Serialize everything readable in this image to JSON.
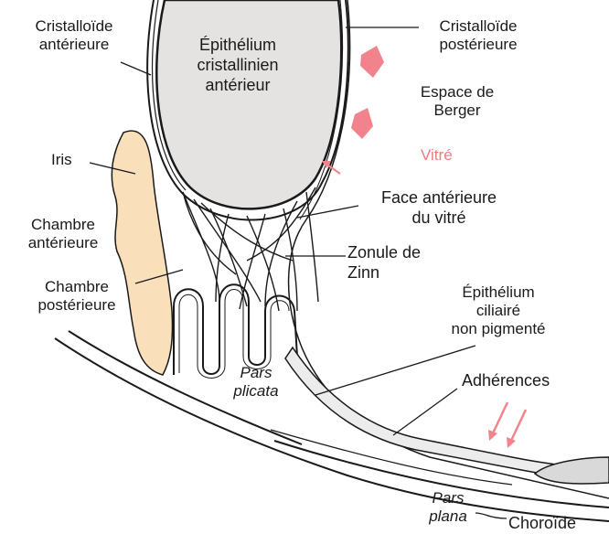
{
  "diagram": {
    "labels": {
      "cristalloide_anterieure": [
        "Cristalloïde",
        "antérieure"
      ],
      "epithelium_cristallinien": [
        "Épithélium",
        "cristallinien",
        "antérieur"
      ],
      "cristalloide_posterieure": [
        "Cristalloïde",
        "postérieure"
      ],
      "espace_de_berger": [
        "Espace de",
        "Berger"
      ],
      "vitre": "Vitré",
      "iris": "Iris",
      "chambre_anterieure": [
        "Chambre",
        "antérieure"
      ],
      "chambre_posterieure": [
        "Chambre",
        "postérieure"
      ],
      "face_anterieure_vitre": [
        "Face antérieure",
        "du vitré"
      ],
      "zonule_de_zinn": [
        "Zonule de",
        "Zinn"
      ],
      "epithelium_ciliaire": [
        "Épithélium",
        "ciliairé",
        "non pigmenté"
      ],
      "adherences": "Adhérences",
      "pars_plicata": [
        "Pars",
        "plicata"
      ],
      "pars_plana": [
        "Pars",
        "plana"
      ],
      "choroide": "Choroïde"
    },
    "colors": {
      "lens_fill": "#e5e2e2",
      "iris_fill": "#f9dfba",
      "pink_accent": "#f2838c",
      "line": "#1a1a1a"
    }
  }
}
